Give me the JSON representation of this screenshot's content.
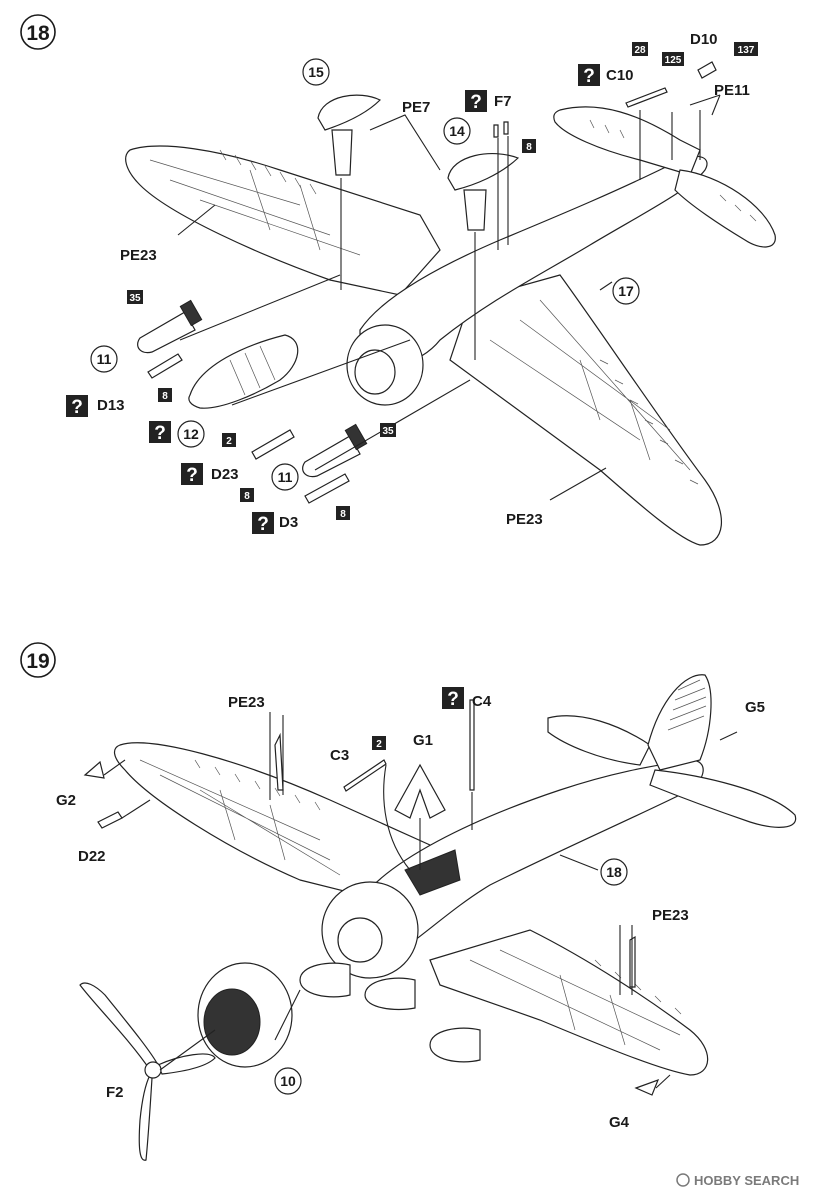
{
  "steps": [
    {
      "number": "18",
      "labels": {
        "pe7": "PE7",
        "f7": "F7",
        "c10": "C10",
        "d10": "D10",
        "pe11": "PE11",
        "pe23_left": "PE23",
        "pe23_right": "PE23",
        "d13": "D13",
        "d23": "D23",
        "d3": "D3"
      },
      "refs": {
        "r15": "15",
        "r14": "14",
        "r17": "17",
        "r11a": "11",
        "r11b": "11",
        "r12": "12"
      },
      "boxes": {
        "b28": "28",
        "b125": "125",
        "b137": "137",
        "b8a": "8",
        "b35a": "35",
        "b8b": "8",
        "b2": "2",
        "b8c": "8",
        "b35b": "35",
        "b8d": "8"
      },
      "unsure_mark": "?"
    },
    {
      "number": "19",
      "labels": {
        "pe23_left": "PE23",
        "c3": "C3",
        "g1": "G1",
        "c4": "C4",
        "g5": "G5",
        "g2": "G2",
        "d22": "D22",
        "pe23_right": "PE23",
        "f2": "F2",
        "g4": "G4"
      },
      "refs": {
        "r18": "18",
        "r10": "10"
      },
      "boxes": {
        "b2": "2"
      },
      "unsure_mark": "?"
    }
  ],
  "watermark": "HOBBY SEARCH"
}
